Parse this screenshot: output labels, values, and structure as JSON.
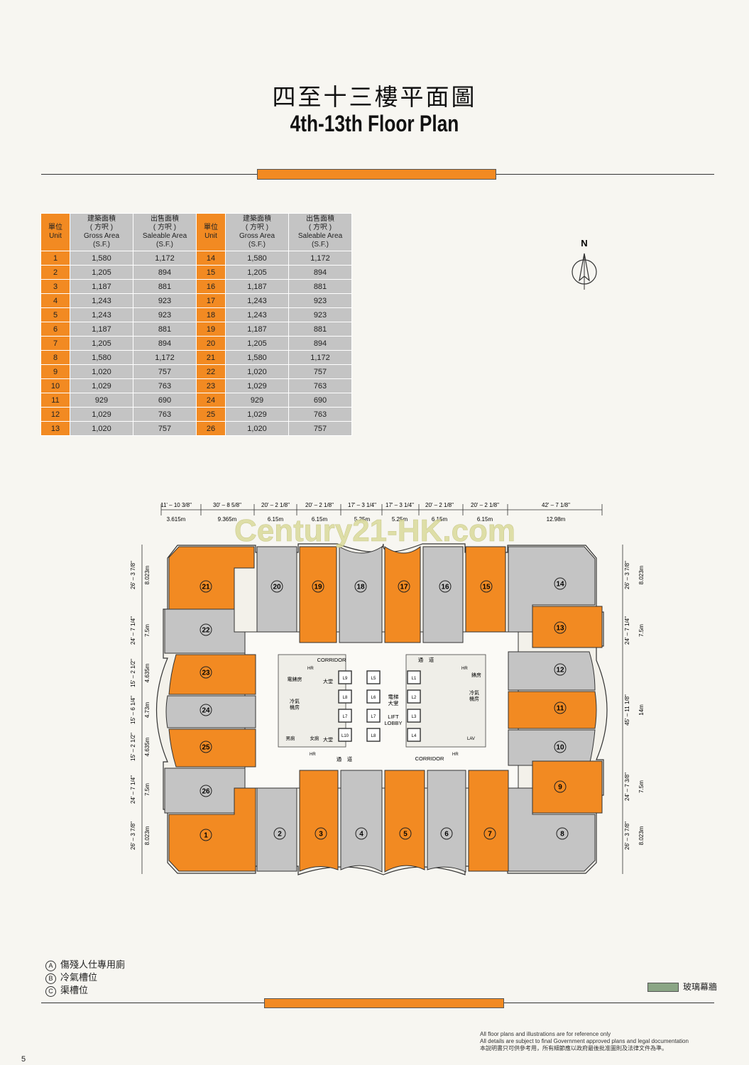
{
  "title": {
    "zh": "四至十三樓平面圖",
    "en": "4th-13th Floor Plan"
  },
  "table": {
    "headers": {
      "unit": "單位\nUnit",
      "gross": "建築面積\n( 方呎 )\nGross Area\n(S.F.)",
      "saleable": "出售面積\n( 方呎 )\nSaleable Area\n(S.F.)"
    },
    "left_rows": [
      [
        "1",
        "1,580",
        "1,172"
      ],
      [
        "2",
        "1,205",
        "894"
      ],
      [
        "3",
        "1,187",
        "881"
      ],
      [
        "4",
        "1,243",
        "923"
      ],
      [
        "5",
        "1,243",
        "923"
      ],
      [
        "6",
        "1,187",
        "881"
      ],
      [
        "7",
        "1,205",
        "894"
      ],
      [
        "8",
        "1,580",
        "1,172"
      ],
      [
        "9",
        "1,020",
        "757"
      ],
      [
        "10",
        "1,029",
        "763"
      ],
      [
        "11",
        "929",
        "690"
      ],
      [
        "12",
        "1,029",
        "763"
      ],
      [
        "13",
        "1,020",
        "757"
      ]
    ],
    "right_rows": [
      [
        "14",
        "1,580",
        "1,172"
      ],
      [
        "15",
        "1,205",
        "894"
      ],
      [
        "16",
        "1,187",
        "881"
      ],
      [
        "17",
        "1,243",
        "923"
      ],
      [
        "18",
        "1,243",
        "923"
      ],
      [
        "19",
        "1,187",
        "881"
      ],
      [
        "20",
        "1,205",
        "894"
      ],
      [
        "21",
        "1,580",
        "1,172"
      ],
      [
        "22",
        "1,020",
        "757"
      ],
      [
        "23",
        "1,029",
        "763"
      ],
      [
        "24",
        "929",
        "690"
      ],
      [
        "25",
        "1,029",
        "763"
      ],
      [
        "26",
        "1,020",
        "757"
      ]
    ]
  },
  "compass": {
    "label": "N"
  },
  "dimensions": {
    "top_imperial": [
      "11' – 10 3/8\"",
      "30' – 8 5/8\"",
      "20' – 2 1/8\"",
      "20' – 2 1/8\"",
      "17' – 3 1/4\"",
      "17' – 3 1/4\"",
      "20' – 2 1/8\"",
      "20' – 2 1/8\"",
      "42' – 7 1/8\""
    ],
    "top_metric": [
      "3.615m",
      "9.365m",
      "6.15m",
      "6.15m",
      "5.25m",
      "5.25m",
      "6.15m",
      "6.15m",
      "12.98m"
    ],
    "left_imperial": [
      "26' – 3 7/8\"",
      "24' – 7 1/4\"",
      "15' – 2 1/2\"",
      "15' – 6 1/4\"",
      "15' – 2 1/2\"",
      "24' – 7 1/4\"",
      "26' – 3 7/8\""
    ],
    "left_metric": [
      "8.023m",
      "7.5m",
      "4.635m",
      "4.73m",
      "4.635m",
      "7.5m",
      "8.023m"
    ],
    "right_imperial": [
      "26' – 3 7/8\"",
      "24' – 7 1/4\"",
      "45' – 11 1/8\"",
      "24' – 7 3/8\"",
      "26' – 3 7/8\""
    ],
    "right_metric": [
      "8.023m",
      "7.5m",
      "14m",
      "7.5m",
      "8.023m"
    ]
  },
  "watermark": "Century21-HK.com",
  "core": {
    "corridor_top": "CORRIDOR",
    "passage_top": "通　道",
    "corridor_bottom": "CORRIDOR",
    "passage_bottom": "通　道",
    "lift_lobby_zh": "電梯\n大堂",
    "lift_lobby_en": "LIFT\nLOBBY",
    "meter_room_left": "電錶房",
    "meter_room_right": "錶房",
    "ac_plant_left": "冷氣\n機房",
    "ac_plant_right": "冷氣\n機房",
    "lobby_top": "大堂",
    "lobby_bottom": "大堂",
    "male_wc": "男廁",
    "female_wc": "女廁",
    "hr": "HR",
    "lav": "LAV",
    "lifts_left": [
      "L9",
      "L8",
      "L7",
      "L10"
    ],
    "lifts_left2": [
      "L5",
      "L6",
      "L7",
      "L8"
    ],
    "lifts_right": [
      "L1",
      "L2",
      "L3",
      "L4"
    ]
  },
  "legend": [
    {
      "mark": "A",
      "text": "傷殘人仕專用廁"
    },
    {
      "mark": "B",
      "text": "冷氣槽位"
    },
    {
      "mark": "C",
      "text": "渠槽位"
    }
  ],
  "curtain_wall": {
    "label": "玻璃幕牆",
    "color": "#8aa585"
  },
  "colors": {
    "orange": "#f28a22",
    "grey": "#c4c4c4"
  },
  "disclaimer": [
    "All floor plans and illustrations are for reference only",
    "All details are subject to final Government approved plans and legal documentation",
    "本說明書只可供參考用，所有細節應以政府最後批准圖則及法律文件為準。"
  ],
  "page_number": "5"
}
